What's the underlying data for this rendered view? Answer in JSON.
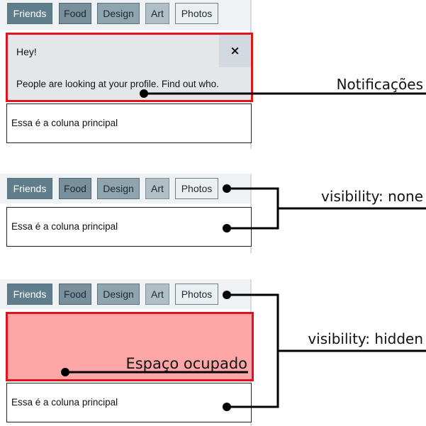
{
  "tags": [
    "Friends",
    "Food",
    "Design",
    "Art",
    "Photos"
  ],
  "notification": {
    "title": "Hey!",
    "close": "×",
    "message": "People are looking at your profile. Find out who."
  },
  "main_column_text": "Essa é a coluna principal",
  "occupied_space_label": "Espaço ocupado",
  "annotations": {
    "notifications": "Notificações",
    "visibility_none": "visibility: none",
    "visibility_hidden": "visibility: hidden"
  }
}
